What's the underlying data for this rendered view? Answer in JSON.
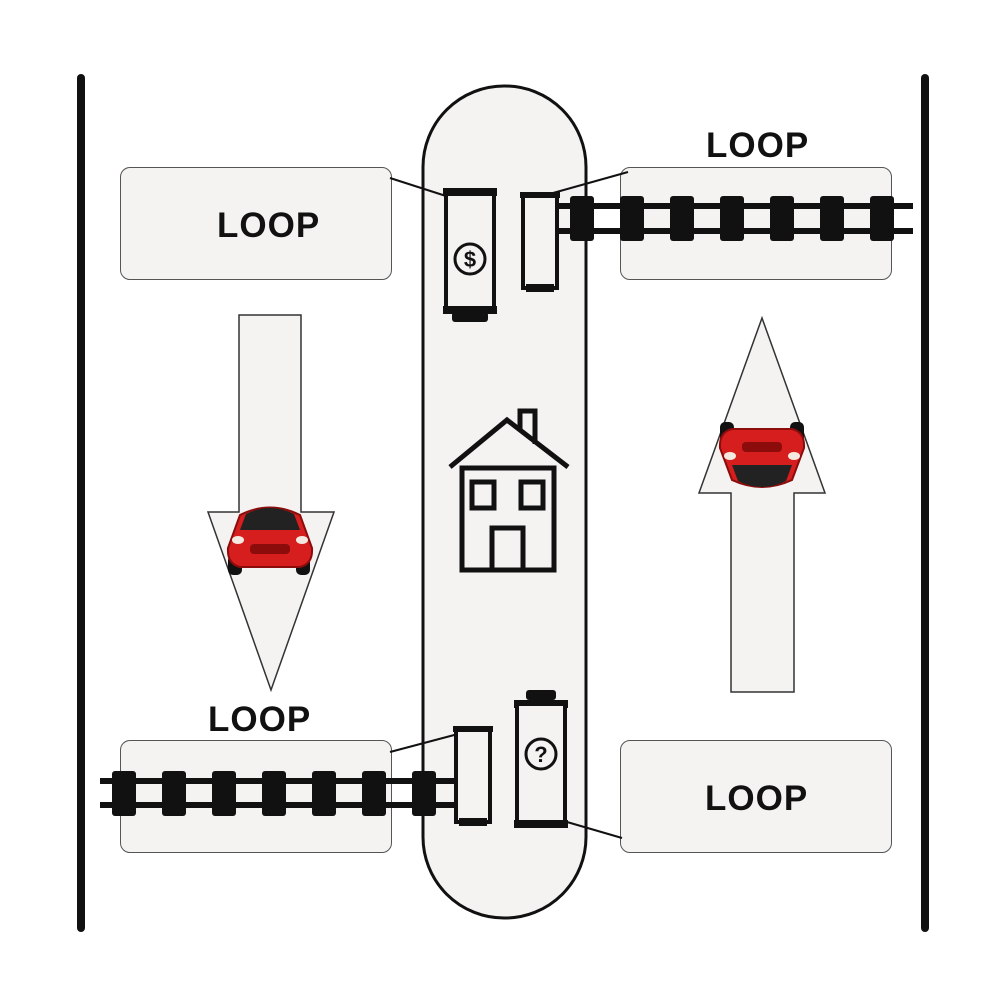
{
  "labels": {
    "loop_top_left": "LOOP",
    "loop_top_right": "LOOP",
    "loop_bottom_left": "LOOP",
    "loop_bottom_right": "LOOP"
  },
  "icons": {
    "top_car": "dollar-sign-icon",
    "bottom_car": "question-mark-icon",
    "center": "house-icon",
    "vehicles": "red-car-icon"
  },
  "colors": {
    "car_body": "#d61e1e",
    "car_dark": "#8c0c0c",
    "panel_fill": "#f4f3f2",
    "stroke": "#111111"
  }
}
